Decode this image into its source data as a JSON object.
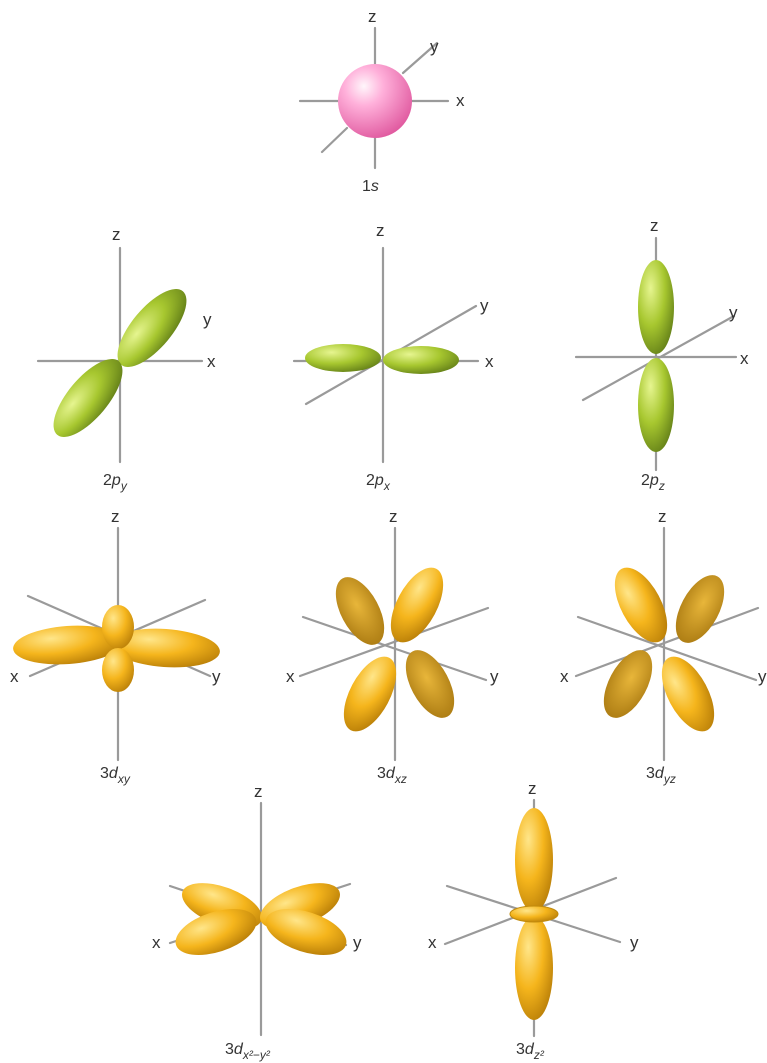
{
  "axis_labels": {
    "x": "x",
    "y": "y",
    "z": "z"
  },
  "orbitals": {
    "s1": {
      "prefix": "1",
      "letter": "s"
    },
    "py": {
      "prefix": "2",
      "letter": "p",
      "subscript": "y"
    },
    "px": {
      "prefix": "2",
      "letter": "p",
      "subscript": "x"
    },
    "pz": {
      "prefix": "2",
      "letter": "p",
      "subscript": "z"
    },
    "dxy": {
      "prefix": "3",
      "letter": "d",
      "subscript": "xy"
    },
    "dxz": {
      "prefix": "3",
      "letter": "d",
      "subscript": "xz"
    },
    "dyz": {
      "prefix": "3",
      "letter": "d",
      "subscript": "yz"
    },
    "dx2y2": {
      "prefix": "3",
      "letter": "d",
      "subscript": "x²−y²"
    },
    "dz2": {
      "prefix": "3",
      "letter": "d",
      "subscript": "z²"
    }
  },
  "colors": {
    "s": "#ff8fc8",
    "p": "#a8c832",
    "d": "#f4b41c",
    "axis": "#9a9a9a"
  }
}
